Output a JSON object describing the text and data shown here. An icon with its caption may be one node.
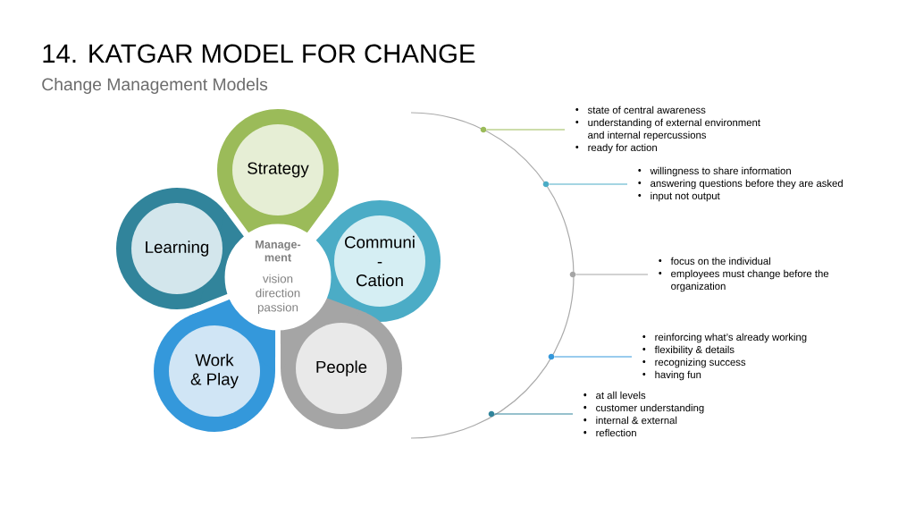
{
  "diagram": {
    "title": "14. KATGAR MODEL FOR CHANGE",
    "nodes": [
      {
        "text": [
          "Manage- ment",
          "vision direction passion"
        ]
      },
      {
        "text": [
          "Strategy"
        ]
      },
      {
        "text": [
          "Learning"
        ]
      },
      {
        "text": [
          "Communi",
          "-",
          "Cation"
        ]
      },
      {
        "text": [
          "Work & Play"
        ]
      },
      {
        "text": [
          "People"
        ]
      },
      {
        "text": [
          "state of central awareness",
          "understanding of external environment and internal repercussions",
          "ready for action"
        ]
      },
      {
        "text": [
          "willingness to share information",
          "answering questions before they are  asked",
          "input not output"
        ]
      },
      {
        "text": [
          "focus on the individual",
          "employees must change before the organization"
        ]
      },
      {
        "text": [
          "reinforcing what’s already working",
          "flexibility & details",
          "recognizing success",
          "having fun"
        ]
      },
      {
        "text": [
          "at all levels",
          "customer understanding",
          "internal & external",
          "reflection"
        ]
      },
      {
        "text": [],
        "shape": "circle"
      },
      {
        "text": [],
        "shape": "circle"
      },
      {
        "text": [],
        "shape": "circle"
      },
      {
        "text": [],
        "shape": "circle"
      },
      {
        "text": [],
        "shape": "circle"
      }
    ],
    "edges": [
      {
        "from": 6,
        "to": 11,
        "arrow": "none",
        "color": "#9bbb59"
      },
      {
        "from": 7,
        "to": 12,
        "arrow": "none",
        "color": "#4bacc6"
      },
      {
        "from": 8,
        "to": 13,
        "arrow": "none",
        "color": "#a5a5a5"
      },
      {
        "from": 9,
        "to": 14,
        "arrow": "none",
        "color": "#3498db"
      },
      {
        "from": 10,
        "to": 15,
        "arrow": "none",
        "color": "#31849b"
      }
    ],
    "labels": [
      "Change Management Models"
    ]
  }
}
